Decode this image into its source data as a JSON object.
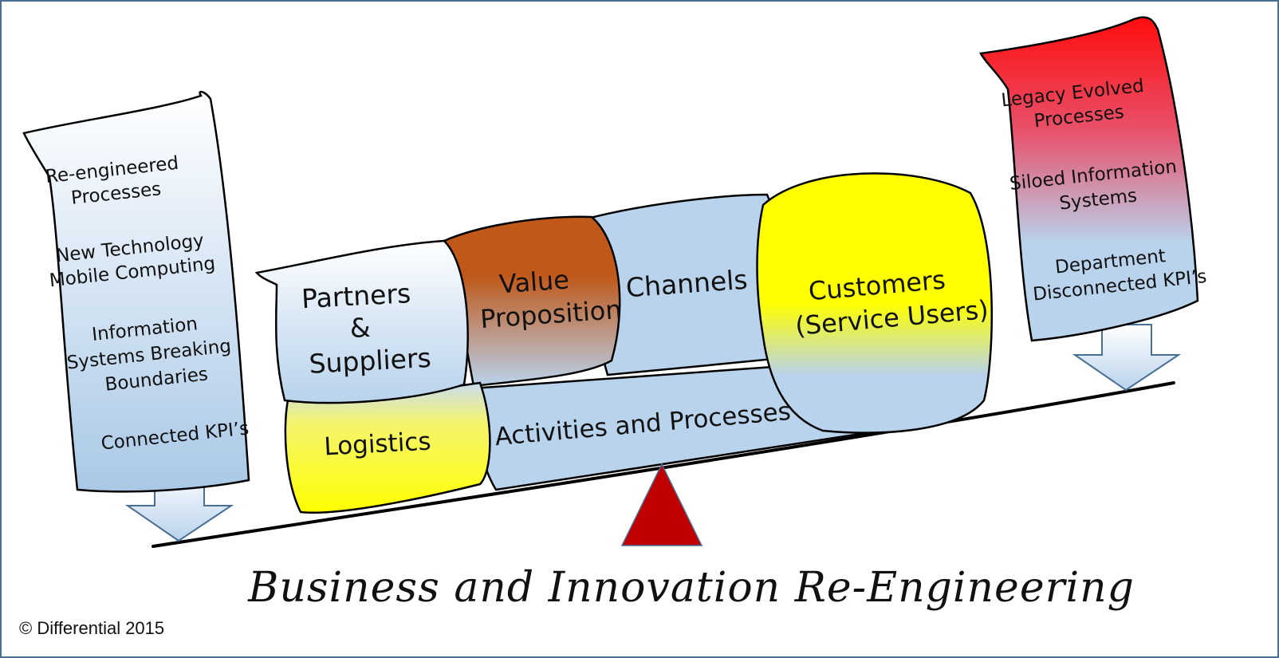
{
  "title": "Business and Innovation Re-Engineering",
  "copyright": "© Differential 2015",
  "left_box": {
    "items": [
      [
        "Re-engineered",
        "Processes"
      ],
      [
        "New Technology",
        "Mobile Computing"
      ],
      [
        "Information",
        "Systems Breaking",
        "Boundaries"
      ],
      [
        "Connected KPI’s"
      ]
    ]
  },
  "right_box": {
    "items": [
      [
        "Legacy Evolved",
        "Processes"
      ],
      [
        "Siloed Information",
        "Systems"
      ],
      [
        "Department",
        "Disconnected KPI’s"
      ]
    ]
  },
  "blocks": {
    "partners": [
      "Partners",
      "&",
      "Suppliers"
    ],
    "logistics": "Logistics",
    "value": [
      "Value",
      "Proposition"
    ],
    "channels": "Channels",
    "activities": "Activities and Processes",
    "customers": [
      "Customers",
      "(Service Users)"
    ]
  },
  "colors": {
    "light_blue": "#b9d3ec",
    "red": "#ff0d0d",
    "yellow": "#ffff00",
    "brown": "#c0581a",
    "fulcrum": "#c00000",
    "border": "#4a6f95"
  }
}
